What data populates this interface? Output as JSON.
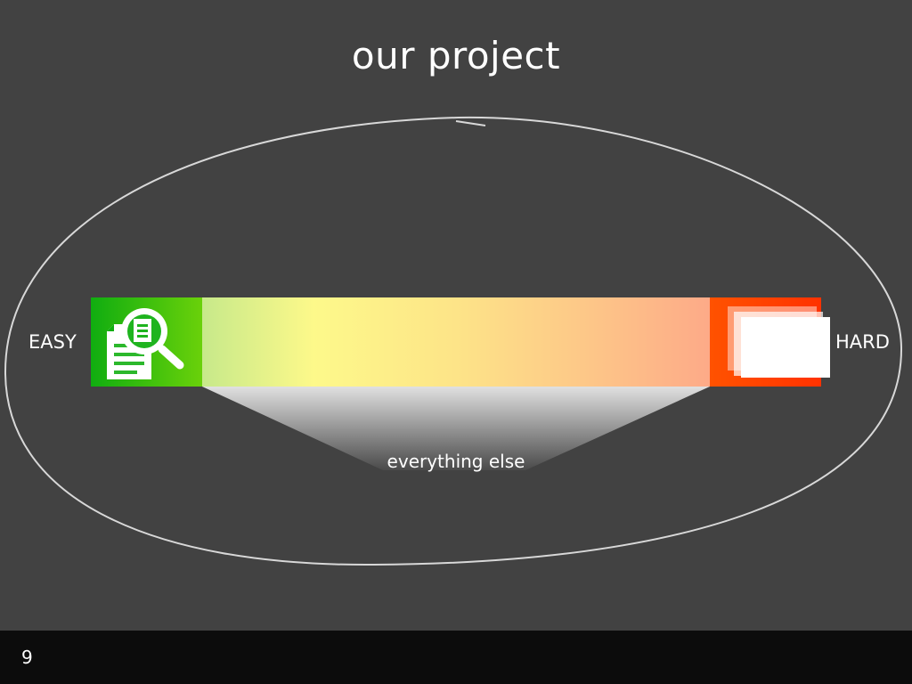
{
  "slide": {
    "title": "our project",
    "easy_label": "EASY",
    "hard_label": "HARD",
    "middle_label": "everything else",
    "page_number": "9"
  },
  "icons": {
    "easy_icon": "document-search-icon",
    "hard_icon": "stacked-pages-icon"
  },
  "colors": {
    "background": "#424242",
    "easy": "#10ad10",
    "hard": "#ff4500",
    "footer": "#0c0c0c"
  }
}
